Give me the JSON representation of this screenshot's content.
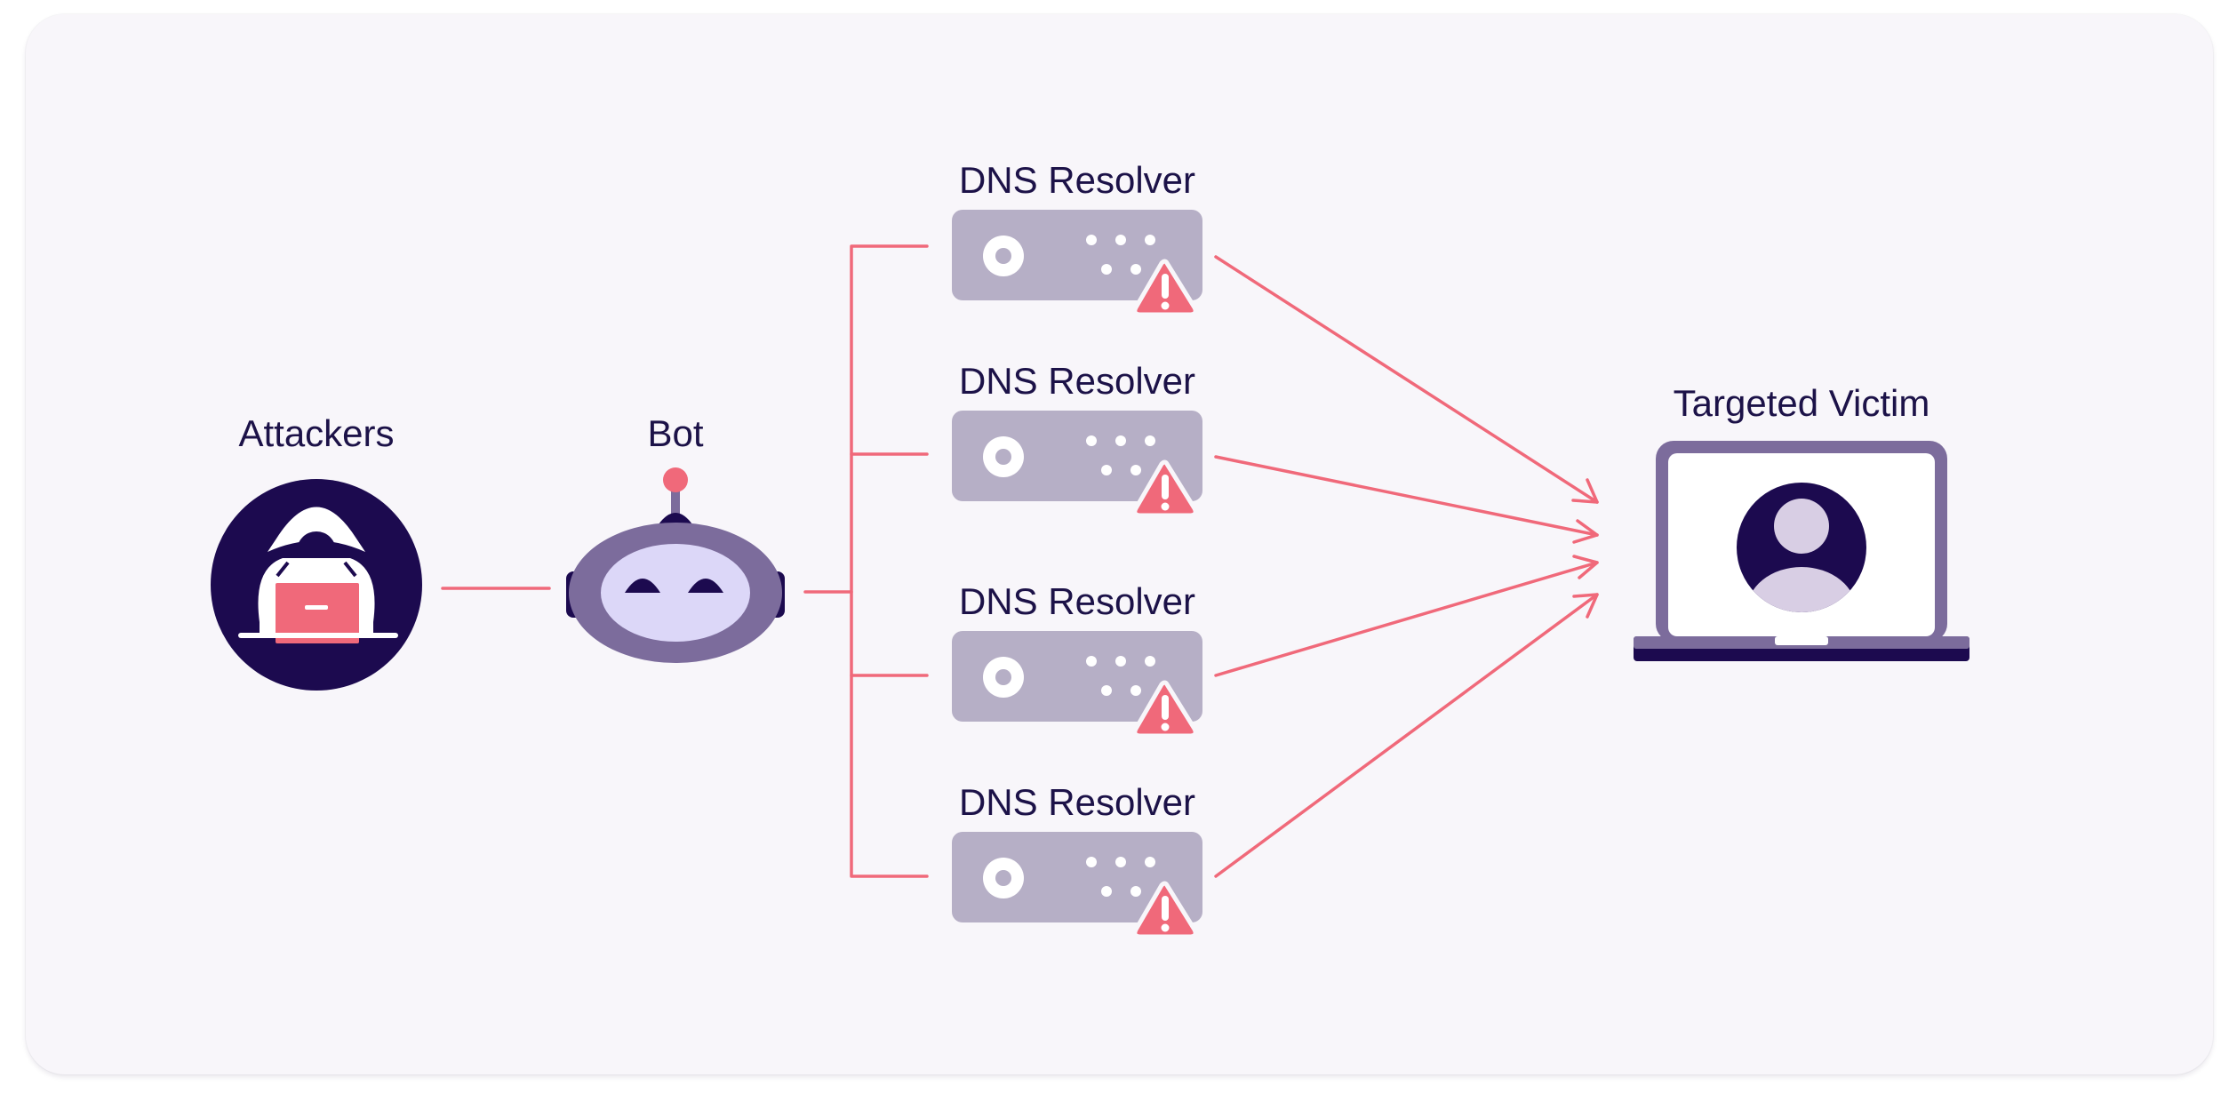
{
  "nodes": {
    "attackers": {
      "label": "Attackers",
      "icon": "hooded-hacker-icon"
    },
    "bot": {
      "label": "Bot",
      "icon": "robot-icon"
    },
    "resolvers": [
      {
        "label": "DNS Resolver",
        "icon": "server-icon",
        "badge": "warning-icon"
      },
      {
        "label": "DNS Resolver",
        "icon": "server-icon",
        "badge": "warning-icon"
      },
      {
        "label": "DNS Resolver",
        "icon": "server-icon",
        "badge": "warning-icon"
      },
      {
        "label": "DNS Resolver",
        "icon": "server-icon",
        "badge": "warning-icon"
      }
    ],
    "victim": {
      "label": "Targeted Victim",
      "icon": "laptop-user-icon"
    }
  },
  "colors": {
    "background": "#f8f6fa",
    "navy": "#1c0a4f",
    "coral": "#f0697a",
    "server_gray": "#b6afc6",
    "purple": "#7c6c9c",
    "lavender": "#dcd7f8",
    "text": "#1c1248"
  }
}
